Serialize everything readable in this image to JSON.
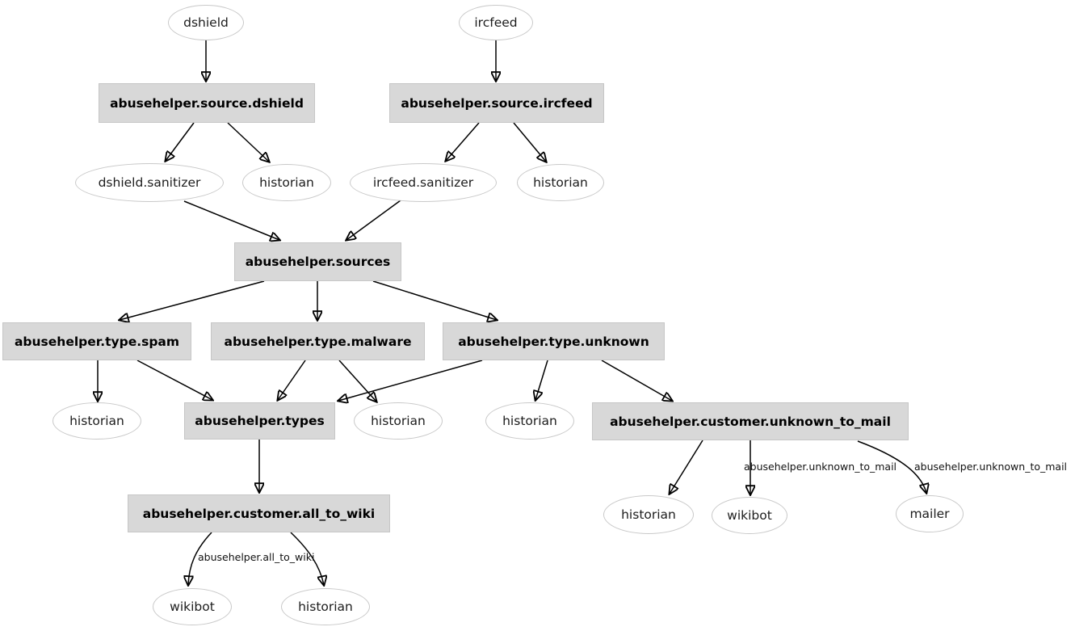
{
  "diagram": {
    "type": "directed-graph",
    "colors": {
      "background": "#ffffff",
      "box_fill": "#d8d8d8",
      "box_border": "#c6c6c6",
      "ellipse_fill": "#ffffff",
      "ellipse_border": "#c9c9c9",
      "edge": "#000000",
      "box_text": "#000000",
      "ellipse_text": "#1c1c1c"
    },
    "nodes": {
      "dshield": {
        "label": "dshield",
        "shape": "ellipse"
      },
      "ircfeed": {
        "label": "ircfeed",
        "shape": "ellipse"
      },
      "source_dshield": {
        "label": "abusehelper.source.dshield",
        "shape": "box"
      },
      "source_ircfeed": {
        "label": "abusehelper.source.ircfeed",
        "shape": "box"
      },
      "dshield_sanitizer": {
        "label": "dshield.sanitizer",
        "shape": "ellipse"
      },
      "historian_source_dshield": {
        "label": "historian",
        "shape": "ellipse"
      },
      "ircfeed_sanitizer": {
        "label": "ircfeed.sanitizer",
        "shape": "ellipse"
      },
      "historian_source_ircfeed": {
        "label": "historian",
        "shape": "ellipse"
      },
      "sources": {
        "label": "abusehelper.sources",
        "shape": "box"
      },
      "type_spam": {
        "label": "abusehelper.type.spam",
        "shape": "box"
      },
      "type_malware": {
        "label": "abusehelper.type.malware",
        "shape": "box"
      },
      "type_unknown": {
        "label": "abusehelper.type.unknown",
        "shape": "box"
      },
      "historian_type_spam": {
        "label": "historian",
        "shape": "ellipse"
      },
      "types": {
        "label": "abusehelper.types",
        "shape": "box"
      },
      "historian_type_malware": {
        "label": "historian",
        "shape": "ellipse"
      },
      "historian_type_unknown": {
        "label": "historian",
        "shape": "ellipse"
      },
      "customer_unknown_to_mail": {
        "label": "abusehelper.customer.unknown_to_mail",
        "shape": "box"
      },
      "customer_all_to_wiki": {
        "label": "abusehelper.customer.all_to_wiki",
        "shape": "box"
      },
      "historian_unknown_to_mail": {
        "label": "historian",
        "shape": "ellipse"
      },
      "wikibot_unknown_to_mail": {
        "label": "wikibot",
        "shape": "ellipse"
      },
      "mailer": {
        "label": "mailer",
        "shape": "ellipse"
      },
      "wikibot_all_to_wiki": {
        "label": "wikibot",
        "shape": "ellipse"
      },
      "historian_all_to_wiki": {
        "label": "historian",
        "shape": "ellipse"
      }
    },
    "edge_labels": {
      "unknown_to_mail_wikibot": "abusehelper.unknown_to_mail",
      "unknown_to_mail_mailer": "abusehelper.unknown_to_mail",
      "all_to_wiki_wikibot": "abusehelper.all_to_wiki"
    },
    "edges": [
      {
        "from": "dshield",
        "to": "source_dshield"
      },
      {
        "from": "ircfeed",
        "to": "source_ircfeed"
      },
      {
        "from": "source_dshield",
        "to": "dshield_sanitizer"
      },
      {
        "from": "source_dshield",
        "to": "historian_source_dshield"
      },
      {
        "from": "source_ircfeed",
        "to": "ircfeed_sanitizer"
      },
      {
        "from": "source_ircfeed",
        "to": "historian_source_ircfeed"
      },
      {
        "from": "dshield_sanitizer",
        "to": "sources"
      },
      {
        "from": "ircfeed_sanitizer",
        "to": "sources"
      },
      {
        "from": "sources",
        "to": "type_spam"
      },
      {
        "from": "sources",
        "to": "type_malware"
      },
      {
        "from": "sources",
        "to": "type_unknown"
      },
      {
        "from": "type_spam",
        "to": "historian_type_spam"
      },
      {
        "from": "type_spam",
        "to": "types"
      },
      {
        "from": "type_malware",
        "to": "types"
      },
      {
        "from": "type_malware",
        "to": "historian_type_malware"
      },
      {
        "from": "type_unknown",
        "to": "types"
      },
      {
        "from": "type_unknown",
        "to": "historian_type_unknown"
      },
      {
        "from": "type_unknown",
        "to": "customer_unknown_to_mail"
      },
      {
        "from": "types",
        "to": "customer_all_to_wiki"
      },
      {
        "from": "customer_unknown_to_mail",
        "to": "historian_unknown_to_mail"
      },
      {
        "from": "customer_unknown_to_mail",
        "to": "wikibot_unknown_to_mail",
        "label": "abusehelper.unknown_to_mail"
      },
      {
        "from": "customer_unknown_to_mail",
        "to": "mailer",
        "label": "abusehelper.unknown_to_mail"
      },
      {
        "from": "customer_all_to_wiki",
        "to": "wikibot_all_to_wiki",
        "label": "abusehelper.all_to_wiki"
      },
      {
        "from": "customer_all_to_wiki",
        "to": "historian_all_to_wiki"
      }
    ]
  }
}
